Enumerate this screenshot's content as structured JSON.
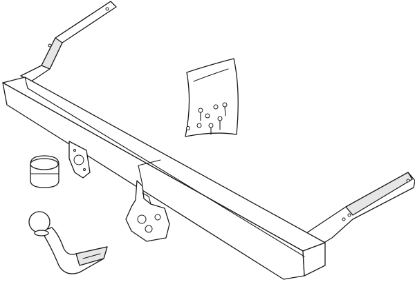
{
  "illustration": {
    "stroke_color": "#1a1a1a",
    "background": "#ffffff",
    "parts": [
      "cross-beam",
      "left-mounting-bracket",
      "right-mounting-bracket",
      "tow-ball-neck",
      "electrical-socket-cap",
      "socket-plate",
      "center-bracket",
      "fastener-bag"
    ]
  }
}
